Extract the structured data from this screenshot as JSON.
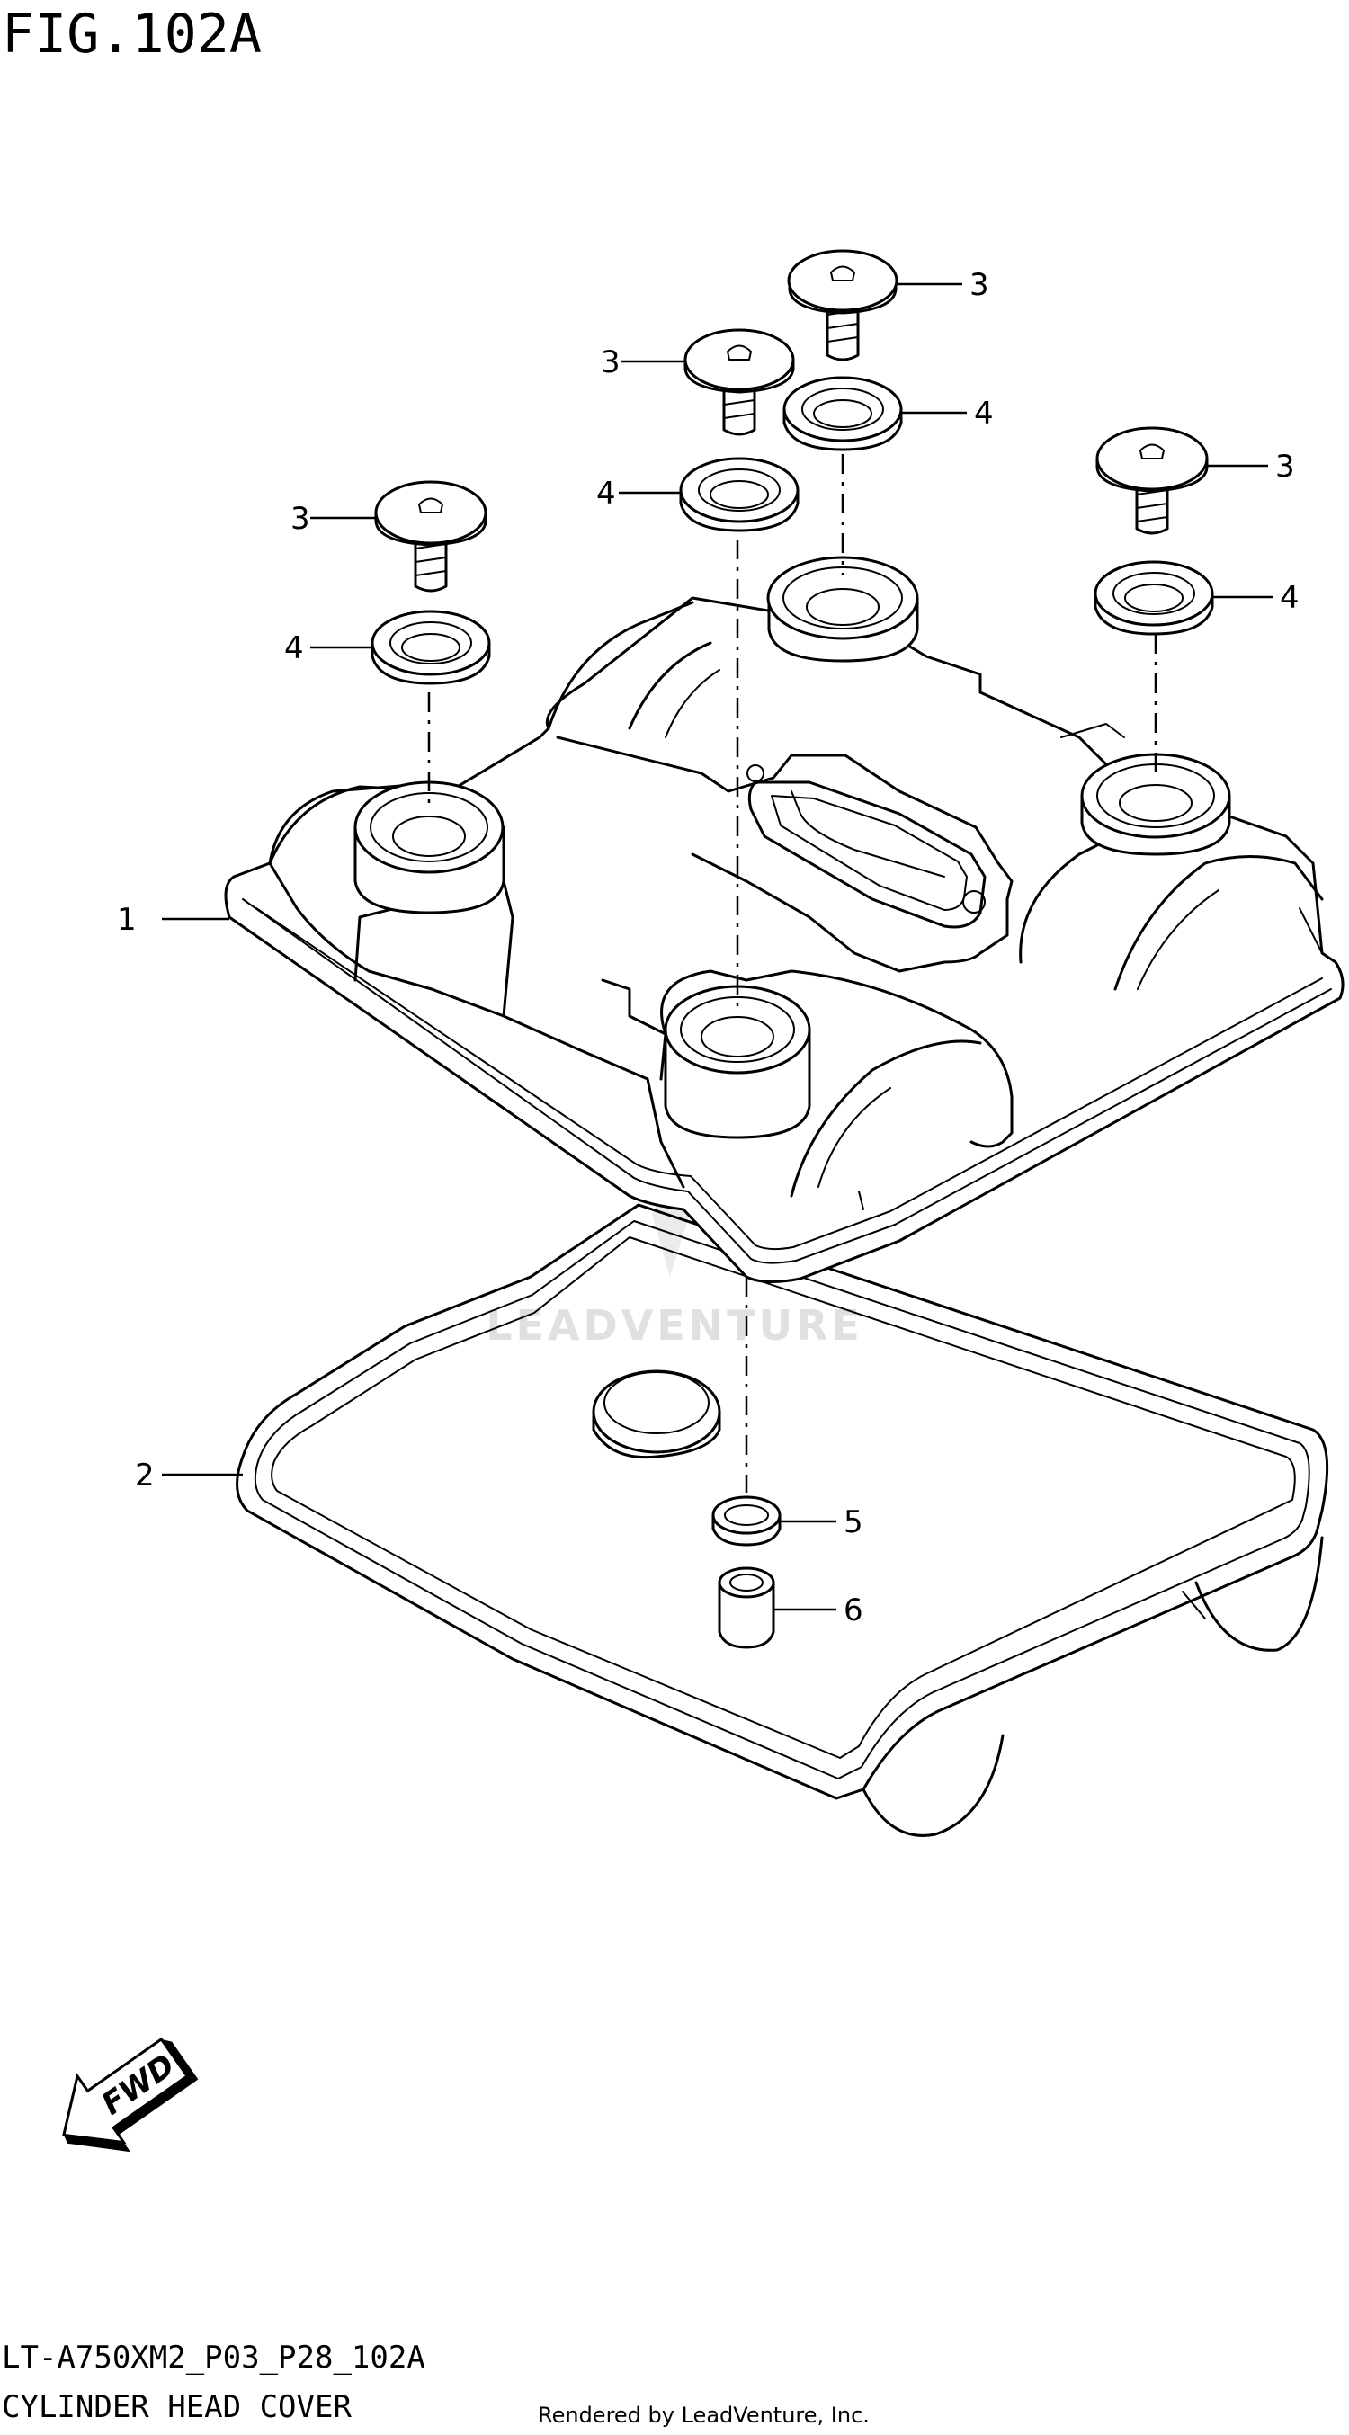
{
  "figure_title": "FIG.102A",
  "model_code": "LT-A750XM2_P03_P28_102A",
  "diagram_title": "CYLINDER HEAD COVER",
  "rendered_by": "Rendered by LeadVenture, Inc.",
  "watermark": "LEADVENTURE",
  "fwd_label": "FWD",
  "callouts": [
    {
      "id": "c1",
      "label": "1"
    },
    {
      "id": "c2",
      "label": "2"
    },
    {
      "id": "c3a",
      "label": "3"
    },
    {
      "id": "c3b",
      "label": "3"
    },
    {
      "id": "c3c",
      "label": "3"
    },
    {
      "id": "c3d",
      "label": "3"
    },
    {
      "id": "c4a",
      "label": "4"
    },
    {
      "id": "c4b",
      "label": "4"
    },
    {
      "id": "c4c",
      "label": "4"
    },
    {
      "id": "c4d",
      "label": "4"
    },
    {
      "id": "c5",
      "label": "5"
    },
    {
      "id": "c6",
      "label": "6"
    }
  ]
}
